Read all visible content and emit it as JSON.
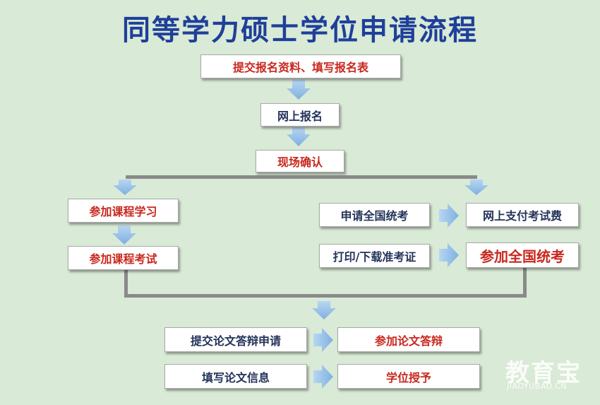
{
  "title": "同等学力硕士学位申请流程",
  "steps": {
    "submit_materials": "提交报名资料、填写报名表",
    "online_register": "网上报名",
    "onsite_confirm": "现场确认",
    "attend_courses": "参加课程学习",
    "course_exams": "参加课程考试",
    "apply_national_exam": "申请全国统考",
    "online_pay_fee": "网上支付考试费",
    "print_ticket": "打印/下载准考证",
    "attend_national_exam": "参加全国统考",
    "submit_defense_application": "提交论文答辩申请",
    "attend_defense": "参加论文答辩",
    "fill_thesis_info": "填写论文信息",
    "degree_awarded": "学位授予"
  },
  "watermark": {
    "logo_text": "教育宝",
    "url": "JIAOYUBAO.CN"
  },
  "colors": {
    "background": "#d9ead6",
    "title": "#1f3f9a",
    "red_text": "#c8281e",
    "navy_text": "#23335a",
    "arrow": "#9cc3e8",
    "connector": "#8a8a8a"
  }
}
